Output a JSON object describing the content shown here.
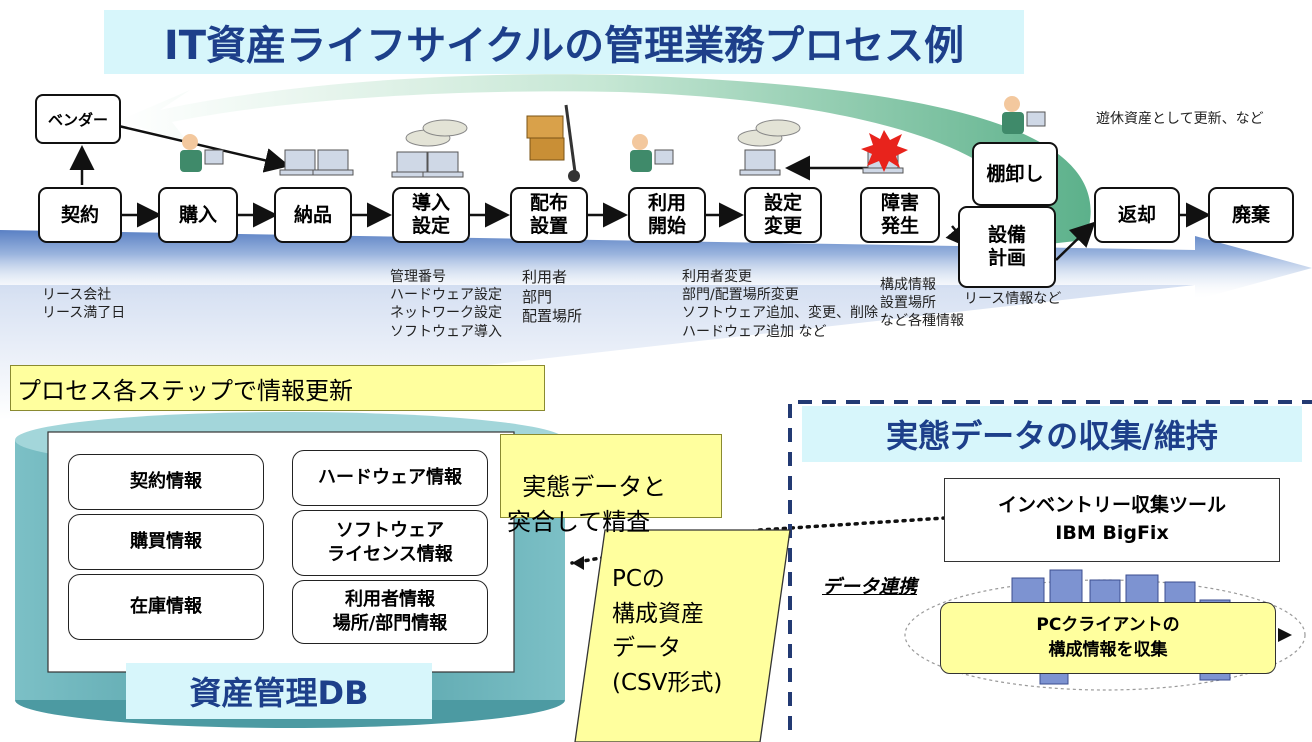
{
  "title": "IT資産ライフサイクルの管理業務プロセス例",
  "vendor": "ベンダー",
  "steps": [
    {
      "label": "契約"
    },
    {
      "label": "購入"
    },
    {
      "label": "納品"
    },
    {
      "label": "導入\n設定"
    },
    {
      "label": "配布\n設置"
    },
    {
      "label": "利用\n開始"
    },
    {
      "label": "設定\n変更"
    },
    {
      "label": "障害\n発生"
    },
    {
      "label": "棚卸し"
    },
    {
      "label": "設備\n計画"
    },
    {
      "label": "返却"
    },
    {
      "label": "廃棄"
    }
  ],
  "notes": {
    "contract": "リース会社\nリース満了日",
    "setup": "管理番号\nハードウェア設定\nネットワーク設定\nソフトウェア導入",
    "deploy": "利用者\n部門\n配置場所",
    "change": "利用者変更\n部門/配置場所変更\nソフトウェア追加、変更、削除\nハードウェア追加 など",
    "failure": "構成情報\n設置場所\nなど各種情報",
    "lease": "リース情報など",
    "idle": "遊休資産として更新、など"
  },
  "process_update": "プロセス各ステップで情報更新",
  "db": {
    "label": "資産管理DB",
    "boxes": {
      "contract_info": "契約情報",
      "purchase_info": "購買情報",
      "stock_info": "在庫情報",
      "hardware_info": "ハードウェア情報",
      "software_license": "ソフトウェア\nライセンス情報",
      "user_location": "利用者情報\n場所/部門情報"
    }
  },
  "reconcile": "実態データと\n突合して精査",
  "pc_data": "PCの\n構成資産\nデータ\n(CSV形式)",
  "collection": {
    "title": "実態データの収集/維持",
    "tool": "インベントリー収集ツール\nIBM BigFix",
    "link": "データ連携",
    "client": "PCクライアントの\n構成情報を収集"
  },
  "colors": {
    "title_text": "#1d3f8a",
    "banner_bg": "#d7f6fb",
    "flow_arrow": "#6f8fc8",
    "return_arrow": "#4aa87e",
    "yellow": "#ffff9e",
    "db_teal": "#5aaab0"
  }
}
